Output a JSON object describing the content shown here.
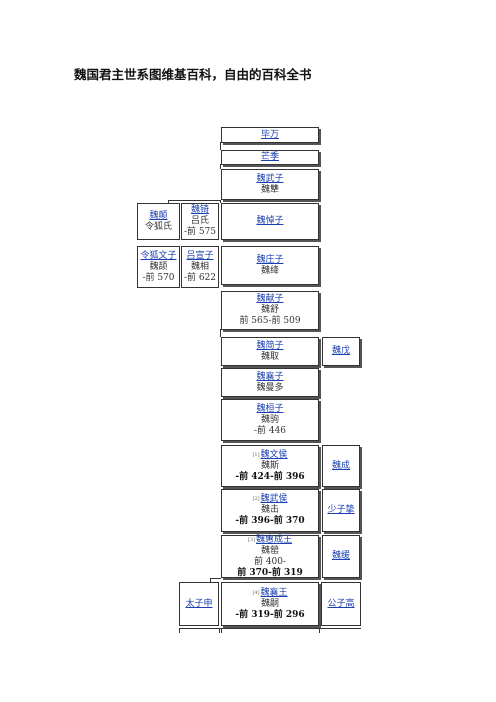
{
  "title": "魏国君主世系图维基百科，自由的百科全书",
  "nodes": {
    "bi_wan": {
      "name": "毕万"
    },
    "mang_ji": {
      "name": "芒季"
    },
    "wei_wuzi": {
      "name": "魏武子",
      "given": "魏犨"
    },
    "wei_dian": {
      "name": "魏颠",
      "clan": "令狐氏"
    },
    "wei_qi": {
      "name": "魏锜",
      "clan": "吕氏",
      "years": "-前 575"
    },
    "wei_daozi": {
      "name": "魏悼子"
    },
    "linghu_wenzi": {
      "name": "令狐文子",
      "given": "魏颉",
      "years": "-前 570"
    },
    "lv_xuanzi": {
      "name": "吕宣子",
      "given": "魏相",
      "years": "-前 622"
    },
    "wei_zhuangzi": {
      "name": "魏庄子",
      "given": "魏绛"
    },
    "wei_xianzi": {
      "name": "魏献子",
      "given": "魏舒",
      "years": "前 565-前 509"
    },
    "wei_jianzi": {
      "name": "魏简子",
      "given": "魏取"
    },
    "wei_wu": {
      "name": "魏戊"
    },
    "wei_xiangzi": {
      "name": "魏襄子",
      "given": "魏曼多"
    },
    "wei_huanzi": {
      "name": "魏桓子",
      "given": "魏驹",
      "years": "-前 446"
    },
    "wei_wenhou": {
      "sup": "[1]",
      "name": "魏文侯",
      "given": "魏斯",
      "years": "-前 424-前 396"
    },
    "wei_cheng": {
      "name": "魏成"
    },
    "wei_wuhou": {
      "sup": "[2]",
      "name": "魏武侯",
      "given": "魏击",
      "years": "-前 396-前 370"
    },
    "shao_zi_zhi": {
      "name": "少子挚"
    },
    "wei_huicheng": {
      "sup": "[3]",
      "name": "魏惠成王",
      "given": "魏罃",
      "years_a": "前 400-",
      "years_b": "前 370-前 319"
    },
    "wei_huan": {
      "name": "魏缓"
    },
    "taizi_shen": {
      "name": "太子申"
    },
    "wei_xiangwang": {
      "sup": "[4]",
      "name": "魏襄王",
      "given": "魏嗣",
      "years": "-前 319-前 296"
    },
    "gongzi_gao": {
      "name": "公子高"
    }
  }
}
